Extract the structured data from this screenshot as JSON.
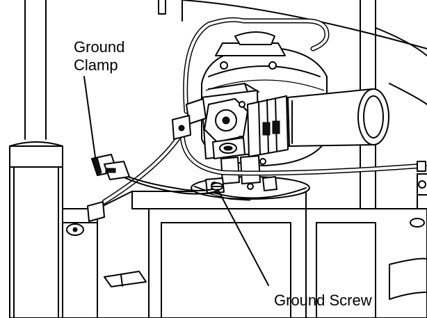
{
  "labels": {
    "ground_clamp_line1": "Ground",
    "ground_clamp_line2": "Clamp",
    "ground_screw": "Ground Screw"
  }
}
